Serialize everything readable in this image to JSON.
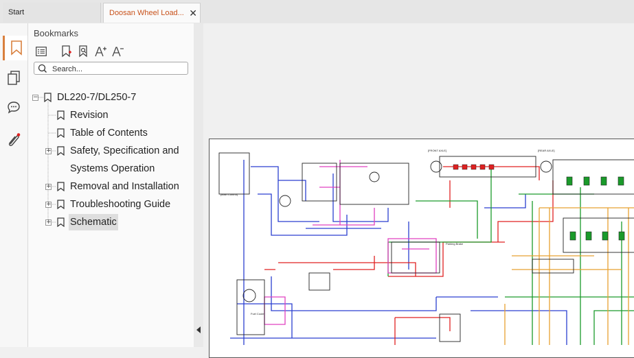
{
  "tabs": [
    {
      "label": "Start"
    },
    {
      "label": "Doosan Wheel Load...",
      "close": "✕"
    }
  ],
  "rail": {
    "items": [
      "bookmark-icon",
      "pages-icon",
      "comments-icon",
      "attachments-icon"
    ],
    "accent": "#d9803e"
  },
  "bookmarks": {
    "title": "Bookmarks",
    "search_placeholder": "Search...",
    "tree": [
      {
        "label": "DL220-7/DL250-7",
        "expander": "−"
      },
      {
        "label": "Revision"
      },
      {
        "label": "Table of Contents"
      },
      {
        "label": "Safety, Specification and",
        "expander": "+"
      },
      {
        "label": "Systems Operation"
      },
      {
        "label": "Removal and Installation",
        "expander": "+"
      },
      {
        "label": "Troubleshooting Guide",
        "expander": "+"
      },
      {
        "label": "Schematic",
        "expander": "+"
      }
    ]
  },
  "schematic": {
    "labels": [
      "[FRONT AXLE]",
      "[REAR AXLE]",
      "Parking Brake",
      "Fuel Cooler",
      "[Main Control]"
    ]
  },
  "colors": {
    "active_tab": "#c8511a",
    "red": "#e02020",
    "blue": "#2a3fd0",
    "green": "#1a9a2a",
    "magenta": "#e040c0",
    "orange": "#e8a030"
  }
}
